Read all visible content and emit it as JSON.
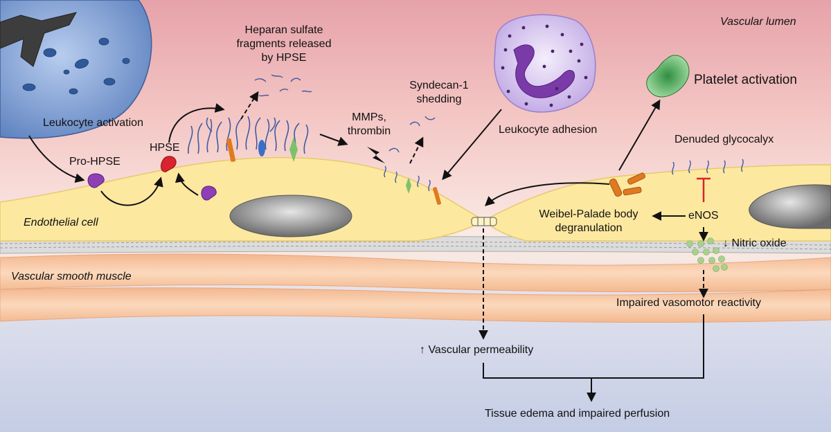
{
  "regions": {
    "lumen": "Vascular lumen",
    "endothelial": "Endothelial cell",
    "smooth_muscle": "Vascular smooth muscle"
  },
  "labels": {
    "leukocyte_activation": "Leukocyte activation",
    "pro_hpse": "Pro-HPSE",
    "hpse": "HPSE",
    "hs_fragments_1": "Heparan sulfate",
    "hs_fragments_2": "fragments released",
    "hs_fragments_3": "by HPSE",
    "syndecan_1": "Syndecan-1",
    "syndecan_2": "shedding",
    "mmps_1": "MMPs,",
    "mmps_2": "thrombin",
    "leukocyte_adhesion": "Leukocyte adhesion",
    "platelet_activation": "Platelet activation",
    "denuded_glycocalyx": "Denuded glycocalyx",
    "weibel_1": "Weibel-Palade body",
    "weibel_2": "degranulation",
    "enos": "eNOS",
    "nitric_oxide": "↓ Nitric oxide",
    "impaired_vasomotor": "Impaired vasomotor reactivity",
    "vascular_permeability": "↑ Vascular permeability",
    "tissue_edema": "Tissue edema and impaired perfusion"
  },
  "colors": {
    "lumen_top": "#e8a5ac",
    "lumen_bottom": "#f9ecea",
    "endothelium": "#fde9a3",
    "muscle": "#f7c9a3",
    "lower_bg": "#cfd6ea",
    "leukocyte": "#6f91c8",
    "neutrophil": "#c7b3e6",
    "nucleus": "#7b3fa6",
    "platelet": "#5fb86a",
    "pro_hpse": "#8e3fb5",
    "hpse": "#d9232e",
    "wpb": "#e07a20",
    "no_dot": "#a9d18e"
  }
}
